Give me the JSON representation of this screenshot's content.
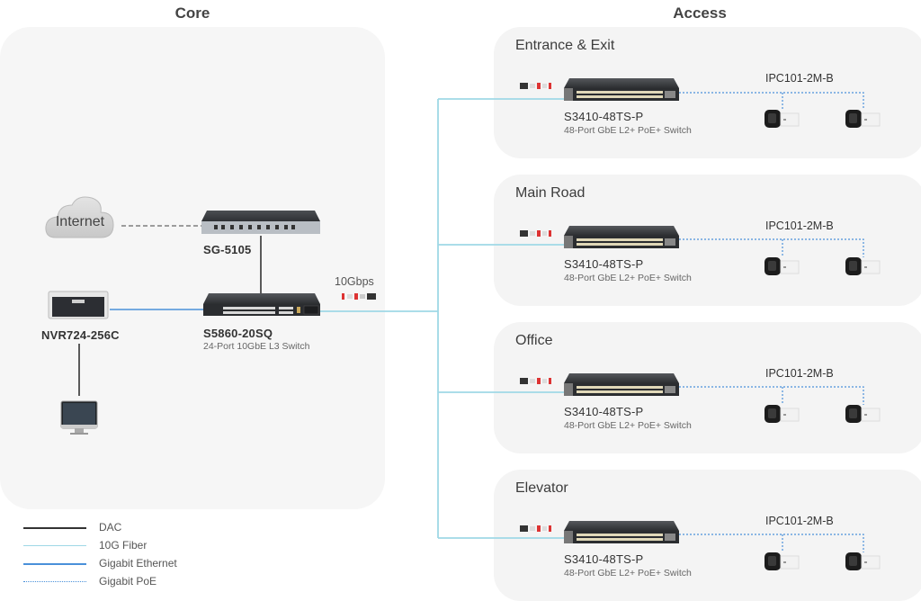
{
  "sections": {
    "core_title": "Core",
    "access_title": "Access"
  },
  "core": {
    "internet_label": "Internet",
    "gateway": {
      "name": "SG-5105"
    },
    "core_switch": {
      "name": "S5860-20SQ",
      "description": "24-Port 10GbE L3 Switch"
    },
    "nvr": {
      "name": "NVR724-256C"
    },
    "uplink_speed": "10Gbps"
  },
  "access": {
    "areas": [
      {
        "title": "Entrance & Exit",
        "switch_name": "S3410-48TS-P",
        "switch_desc": "48-Port GbE L2+ PoE+ Switch",
        "camera_label": "IPC101-2M-B"
      },
      {
        "title": "Main Road",
        "switch_name": "S3410-48TS-P",
        "switch_desc": "48-Port GbE L2+ PoE+ Switch",
        "camera_label": "IPC101-2M-B"
      },
      {
        "title": "Office",
        "switch_name": "S3410-48TS-P",
        "switch_desc": "48-Port GbE L2+ PoE+ Switch",
        "camera_label": "IPC101-2M-B"
      },
      {
        "title": "Elevator",
        "switch_name": "S3410-48TS-P",
        "switch_desc": "48-Port GbE L2+ PoE+ Switch",
        "camera_label": "IPC101-2M-B"
      }
    ]
  },
  "legend": [
    {
      "label": "DAC",
      "color": "#333333",
      "style": "solid"
    },
    {
      "label": "10G Fiber",
      "color": "#9fd8e6",
      "style": "solid"
    },
    {
      "label": "Gigabit Ethernet",
      "color": "#4a90d9",
      "style": "solid"
    },
    {
      "label": "Gigabit PoE",
      "color": "#4a90d9",
      "style": "dotted"
    }
  ],
  "colors": {
    "dac": "#333333",
    "fiber": "#9fd8e6",
    "ethernet": "#4a90d9",
    "poe": "#4a90d9",
    "panel_bg": "#f5f5f5"
  }
}
